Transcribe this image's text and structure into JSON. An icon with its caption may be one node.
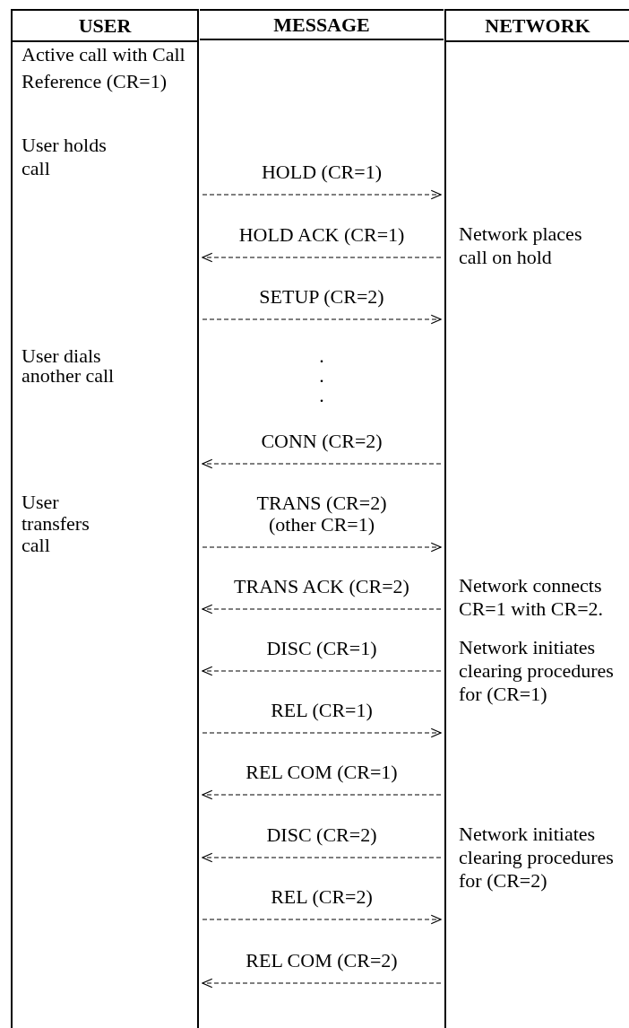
{
  "diagram": {
    "nodes": [
      {
        "text": [
          "USER"
        ]
      },
      {
        "text": [
          "NETWORK"
        ]
      }
    ],
    "edges": [
      {
        "from": 0,
        "to": 1,
        "arrow": "to",
        "style": "dashed",
        "label": "HOLD (CR=1)"
      },
      {
        "from": 1,
        "to": 0,
        "arrow": "to",
        "style": "dashed",
        "label": "HOLD ACK (CR=1)"
      },
      {
        "from": 0,
        "to": 1,
        "arrow": "to",
        "style": "dashed",
        "label": "SETUP (CR=2)"
      },
      {
        "from": 1,
        "to": 0,
        "arrow": "to",
        "style": "dashed",
        "label": "CONN (CR=2)"
      },
      {
        "from": 0,
        "to": 1,
        "arrow": "to",
        "style": "dashed",
        "label": "TRANS (CR=2) (other CR=1)"
      },
      {
        "from": 1,
        "to": 0,
        "arrow": "to",
        "style": "dashed",
        "label": "TRANS ACK (CR=2)"
      },
      {
        "from": 1,
        "to": 0,
        "arrow": "to",
        "style": "dashed",
        "label": "DISC (CR=1)"
      },
      {
        "from": 0,
        "to": 1,
        "arrow": "to",
        "style": "dashed",
        "label": "REL (CR=1)"
      },
      {
        "from": 1,
        "to": 0,
        "arrow": "to",
        "style": "dashed",
        "label": "REL COM (CR=1)"
      },
      {
        "from": 1,
        "to": 0,
        "arrow": "to",
        "style": "dashed",
        "label": "DISC (CR=2)"
      },
      {
        "from": 0,
        "to": 1,
        "arrow": "to",
        "style": "dashed",
        "label": "REL (CR=2)"
      },
      {
        "from": 1,
        "to": 0,
        "arrow": "to",
        "style": "dashed",
        "label": "REL COM (CR=2)"
      }
    ],
    "labels": [
      "MESSAGE",
      "Active call with Call Reference (CR=1)",
      "User holds call",
      "Network places call on hold",
      "User dials another call",
      ".",
      ".",
      ".",
      "User transfers call",
      "Network connects CR=1 with CR=2.",
      "Network initiates clearing procedures for (CR=1)",
      "Network initiates clearing procedures for (CR=2)"
    ]
  }
}
